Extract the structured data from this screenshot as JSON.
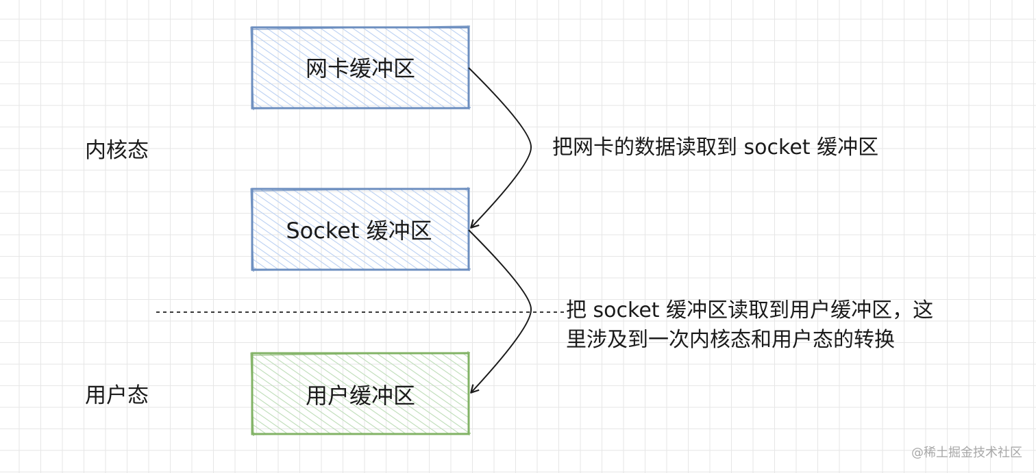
{
  "diagram": {
    "nodes": {
      "nic_buffer": {
        "label": "网卡缓冲区",
        "fill": "#dae8fc",
        "stroke": "#6c8ebf"
      },
      "socket_buffer": {
        "label": "Socket 缓冲区",
        "fill": "#dae8fc",
        "stroke": "#6c8ebf"
      },
      "user_buffer": {
        "label": "用户缓冲区",
        "fill": "#d5e8d4",
        "stroke": "#82b366"
      }
    },
    "zones": {
      "kernel_mode": "内核态",
      "user_mode": "用户态"
    },
    "edges": {
      "nic_to_socket": {
        "label": "把网卡的数据读取到 socket 缓冲区"
      },
      "socket_to_user": {
        "label_lines": [
          "把 socket 缓冲区读取到用户缓冲区，这",
          "里涉及到一次内核态和用户态的转换"
        ]
      }
    },
    "line_color": "#1a1a1a"
  },
  "watermark": "@稀土掘金技术社区"
}
